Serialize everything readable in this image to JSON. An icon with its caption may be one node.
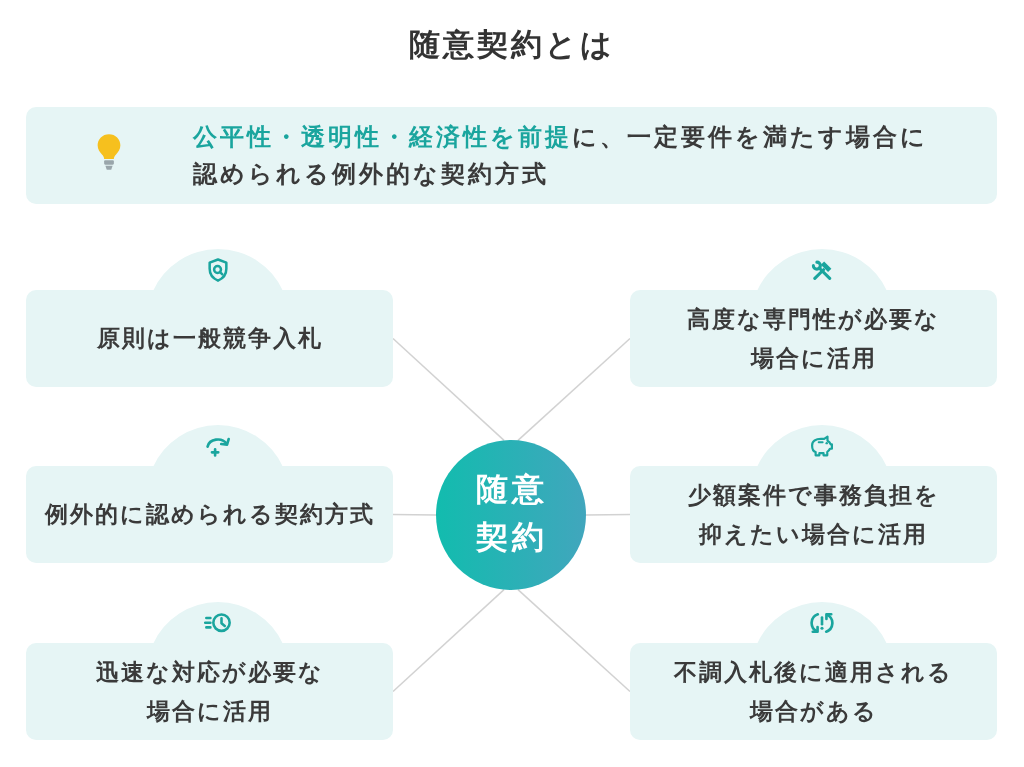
{
  "diagram": {
    "title": "随意契約とは",
    "nodes": [
      {
        "text": [
          "**公平性・透明性・経済性を前提**に、一定要件を満たす場合に認められる例外的な契約方式"
        ]
      },
      {
        "text": [
          "原則は一般競争入札"
        ]
      },
      {
        "text": [
          "高度な専門性が必要な場合に活用"
        ]
      },
      {
        "text": [
          "例外的に認められる契約方式"
        ]
      },
      {
        "text": [
          "随意契約"
        ]
      },
      {
        "text": [
          "少額案件で事務負担を抑えたい場合に活用"
        ]
      },
      {
        "text": [
          "迅速な対応が必要な場合に活用"
        ]
      },
      {
        "text": [
          "不調入札後に適用される場合がある"
        ]
      }
    ],
    "edges": [
      {
        "from": 4,
        "to": 1,
        "arrow": "none"
      },
      {
        "from": 4,
        "to": 2,
        "arrow": "none"
      },
      {
        "from": 4,
        "to": 3,
        "arrow": "none"
      },
      {
        "from": 4,
        "to": 5,
        "arrow": "none"
      },
      {
        "from": 4,
        "to": 6,
        "arrow": "none"
      },
      {
        "from": 4,
        "to": 7,
        "arrow": "none"
      }
    ]
  }
}
